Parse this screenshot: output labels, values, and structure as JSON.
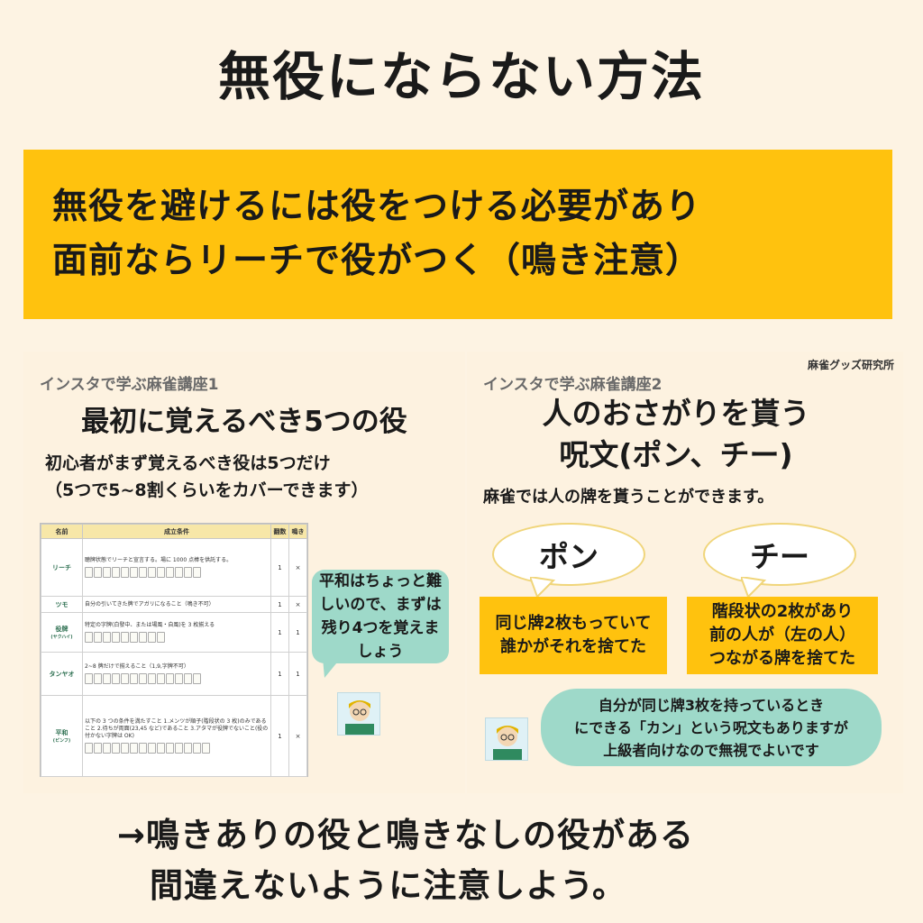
{
  "title": "無役にならない方法",
  "banner": {
    "line1": "無役を避けるには役をつける必要があり",
    "line2": "面前ならリーチで役がつく（鳴き注意）"
  },
  "left_panel": {
    "series": "インスタで学ぶ麻雀講座1",
    "title": "最初に覚えるべき5つの役",
    "text1": "初心者がまず覚えるべき役は5つだけ",
    "text2": "（5つで5~8割くらいをカバーできます）",
    "table": {
      "headers": [
        "名前",
        "成立条件",
        "翻数",
        "鳴き"
      ],
      "rows": [
        {
          "name": "リーチ",
          "sub": "",
          "cond": "聴牌状態でリーチと宣言する。場に 1000 点棒を供託する。",
          "han": "1",
          "naki": "×"
        },
        {
          "name": "ツモ",
          "sub": "",
          "cond": "自分の引いてきた牌でアガリになること（鳴き不可）",
          "han": "1",
          "naki": "×"
        },
        {
          "name": "役牌",
          "sub": "(ヤクハイ)",
          "cond": "特定の字牌(白發中、または場風・自風)を 3 枚揃える",
          "han": "1",
          "naki": "1"
        },
        {
          "name": "タンヤオ",
          "sub": "",
          "cond": "2~8 牌だけで揃えること（1,9,字牌不可）",
          "han": "1",
          "naki": "1"
        },
        {
          "name": "平和",
          "sub": "(ピンフ)",
          "cond": "以下の 3 つの条件を満たすこと 1.メンツが順子(階段状の 3 枚)のみであること 2.待ちが両面(23,45 など)であること 3.アタマが役牌でないこと(役の付かない字牌は OK)",
          "han": "1",
          "naki": "×"
        }
      ]
    },
    "bubble": "平和はちょっと難しいので、まずは残り4つを覚えましょう"
  },
  "right_panel": {
    "lab": "麻雀グッズ研究所",
    "series": "インスタで学ぶ麻雀講座2",
    "title1": "人のおさがりを貰う",
    "title2": "呪文(ポン、チー)",
    "text": "麻雀では人の牌を貰うことができます。",
    "pon": "ポン",
    "chi": "チー",
    "pon_desc1": "同じ牌2枚もっていて",
    "pon_desc2": "誰かがそれを捨てた",
    "chi_desc1": "階段状の2枚があり",
    "chi_desc2": "前の人が（左の人）",
    "chi_desc3": "つながる牌を捨てた",
    "bubble1": "自分が同じ牌3枚を持っているとき",
    "bubble2": "にできる「カン」という呪文もありますが",
    "bubble3": "上級者向けなので無視でよいです"
  },
  "bottom": {
    "line1": "→鳴きありの役と鳴きなしの役がある",
    "line2": "間違えないように注意しよう。"
  },
  "colors": {
    "background": "#fdf3e3",
    "accent_yellow": "#ffc20e",
    "bubble_green": "#9ed9c9"
  }
}
